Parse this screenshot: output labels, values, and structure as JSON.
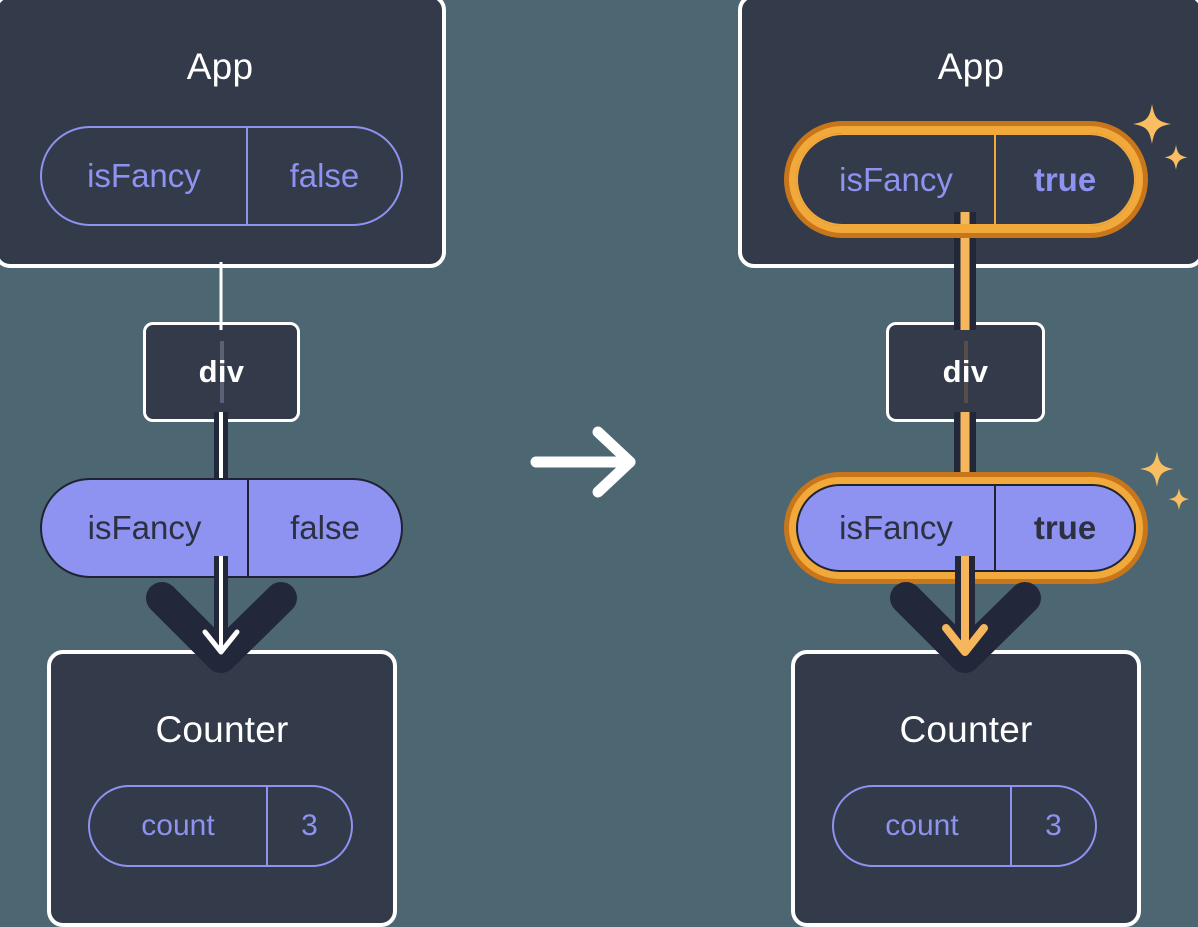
{
  "diagram": {
    "title": "React state propagation: isFancy false to true",
    "background_color": "#4c6672",
    "box_fill": "#333a49",
    "box_border": "#ffffff",
    "accent_purple": "#8e92f0",
    "highlight_orange": "#f2a93b",
    "highlight_orange_dark": "#c9761b",
    "wire_dark": "#22283a"
  },
  "panels": [
    {
      "id": "before",
      "app": {
        "title": "App",
        "state": {
          "key": "isFancy",
          "value": "false",
          "style": "outline",
          "highlighted": false,
          "bold_value": false
        }
      },
      "div": {
        "label": "div"
      },
      "prop": {
        "key": "isFancy",
        "value": "false",
        "style": "filled",
        "highlighted": false,
        "bold_value": false
      },
      "counter": {
        "title": "Counter",
        "state": {
          "key": "count",
          "value": "3",
          "style": "outline",
          "highlighted": false,
          "bold_value": false
        }
      },
      "sparkles_visible": false
    },
    {
      "id": "after",
      "app": {
        "title": "App",
        "state": {
          "key": "isFancy",
          "value": "true",
          "style": "outline",
          "highlighted": true,
          "bold_value": true
        }
      },
      "div": {
        "label": "div"
      },
      "prop": {
        "key": "isFancy",
        "value": "true",
        "style": "filled",
        "highlighted": true,
        "bold_value": true
      },
      "counter": {
        "title": "Counter",
        "state": {
          "key": "count",
          "value": "3",
          "style": "outline",
          "highlighted": false,
          "bold_value": false
        }
      },
      "sparkles_visible": true
    }
  ],
  "transition": {
    "icon": "arrow-right-icon",
    "color": "#ffffff"
  }
}
